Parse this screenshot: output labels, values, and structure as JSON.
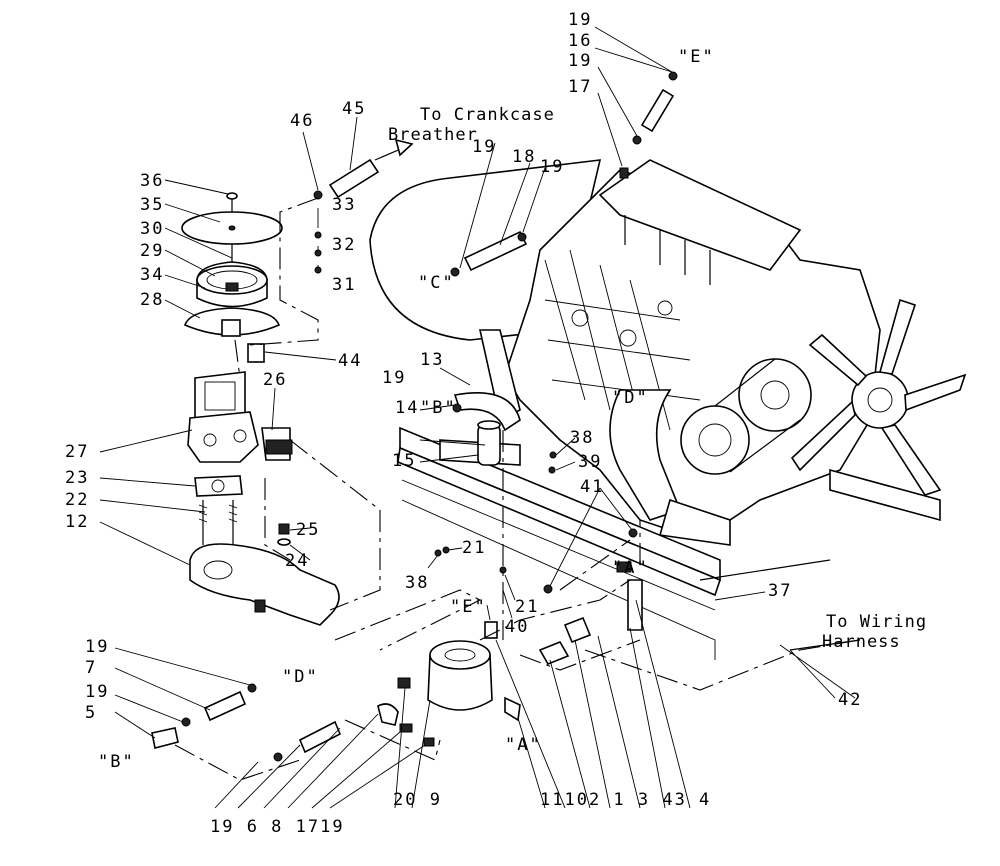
{
  "labels": {
    "c19a": "19",
    "c16": "16",
    "c19b": "19",
    "c17": "17",
    "e_top": "\"E\"",
    "c46": "46",
    "c45": "45",
    "c19c": "19",
    "c18": "18",
    "c19d": "19",
    "c36": "36",
    "c33": "33",
    "c35": "35",
    "c30": "30",
    "c32": "32",
    "c29": "29",
    "c31": "31",
    "c34": "34",
    "c28": "28",
    "c_quote": "\"C\"",
    "c44": "44",
    "c26": "26",
    "c13": "13",
    "c19e": "19",
    "b_mid": "\"B\"",
    "d_mid": "\"D\"",
    "c14": "14",
    "c38a": "38",
    "c39": "39",
    "c27": "27",
    "c15": "15",
    "c23": "23",
    "c41": "41",
    "c22": "22",
    "c25": "25",
    "c12": "12",
    "c24": "24",
    "c21a": "21",
    "a_mid": "\"A\"",
    "c38b": "38",
    "c21b": "21",
    "c37": "37",
    "c40": "40",
    "e_low": "\"E\"",
    "c19f": "19",
    "d_low": "\"D\"",
    "c7": "7",
    "c19g": "19",
    "c5": "5",
    "b_low": "\"B\"",
    "a_low": "\"A\"",
    "c42": "42",
    "bottom_row": "19 6 8 1719",
    "bottom_mid": "20 9",
    "bottom_right": "11102 1  3 43 4"
  },
  "notes": {
    "crankcase_1": "To Crankcase",
    "crankcase_2": "Breather",
    "wiring_1": "To Wiring",
    "wiring_2": "Harness"
  }
}
